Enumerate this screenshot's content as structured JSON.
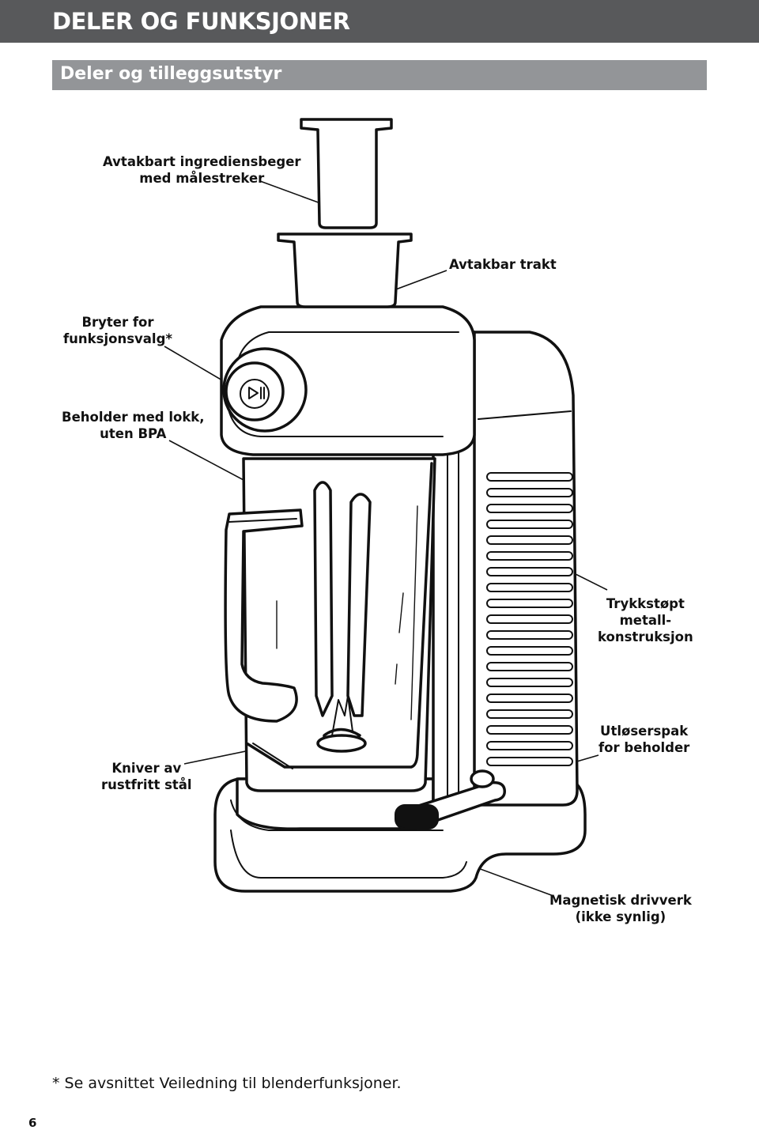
{
  "header": {
    "title": "DELER OG FUNKSJONER"
  },
  "section": {
    "title": "Deler og tilleggsutstyr"
  },
  "callouts": {
    "pusher": "Avtakbart ingrediensbeger\nmed målestreker",
    "chute": "Avtakbar trakt",
    "dial": "Bryter for\nfunksjonsvalg*",
    "jar": "Beholder med lokk,\nuten BPA",
    "housing": "Trykkstøpt\nmetall-\nkonstruksjon",
    "blades": "Kniver av\nrustfritt stål",
    "release_lever": "Utløserspak\nfor beholder",
    "drive": "Magnetisk drivverk\n(ikke synlig)"
  },
  "footnote": "* Se avsnittet Veiledning til blenderfunksjoner.",
  "page_number": "6"
}
